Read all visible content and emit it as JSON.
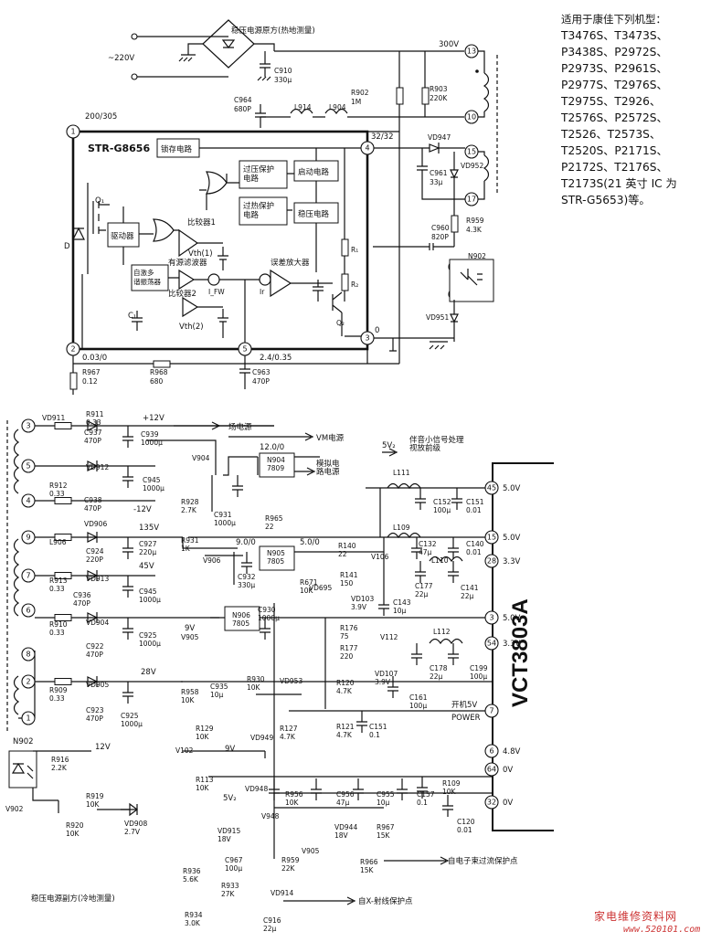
{
  "side_note": {
    "lines": [
      "适用于康佳下列机型：",
      "T3476S、T3473S、",
      "P3438S、P2972S、",
      "P2973S、P2961S、",
      "P2977S、T2976S、",
      "T2975S、T2926、",
      "T2576S、P2572S、",
      "T2526、T2573S、",
      "T2520S、P2171S、",
      "P2172S、T2176S、",
      "T2173S(21 英寸 IC 为",
      "STR-G5653)等。"
    ]
  },
  "primary": {
    "title": "稳压电源原方(热地测量)",
    "ac_in": "~220V",
    "ic_name": "STR-G8656",
    "blocks": {
      "latch": "锁存电路",
      "ovp": "过压保护\n电路",
      "start": "启动电路",
      "otp": "过热保护\n电路",
      "reg": "稳压电路",
      "drive": "驱动器",
      "filter": "自激多\n谐振荡器",
      "comp1": "比较器1",
      "comp2": "比较器2",
      "active_filter": "有源滤波器",
      "err_amp": "误差放大器",
      "vth1": "Vth(1)",
      "vth2": "Vth(2)"
    },
    "labels": {
      "q1": "Q₁",
      "d": "D",
      "c1": "C₁",
      "r1": "R₁",
      "r2": "R₂",
      "q2": "Q₂",
      "ifw": "I_FW",
      "ir": "Ir",
      "v300": "300V",
      "v200": "200/305",
      "v32": "32/32",
      "v0a": "0.03/0",
      "v24": "2.4/0.35",
      "v0": "0",
      "c910": "C910\n330μ",
      "c964": "C964\n680P",
      "l914": "L914",
      "l904": "L904",
      "r902": "R902\n1M",
      "r903": "R903\n220K",
      "vd947": "VD947",
      "c961": "C961\n33μ",
      "vd952": "VD952",
      "r959": "R959\n4.3K",
      "c960": "C960\n820P",
      "n902": "N902",
      "vd951": "VD951",
      "r967": "R967\n0.12",
      "r968": "R968\n680",
      "c963": "C963\n470P"
    },
    "pins": [
      "13",
      "10",
      "15",
      "17",
      "4",
      "1",
      "2",
      "5",
      "3"
    ]
  },
  "secondary": {
    "title": "稳压电源副方(冷地测量)",
    "rails": {
      "v12": "+12V",
      "field_psu": "场电源",
      "vm_psu": "VM电源",
      "v5": "5V₂",
      "audio_small": "伴音小信号处理\n视放前级",
      "analog_psu": "模拟电\n路电源",
      "v12b": "12.0/0",
      "v135": "135V",
      "v45": "45V",
      "v28": "28V",
      "vm12": "-12V",
      "v9": "9V",
      "v9b": "9V",
      "v12c": "12V",
      "v50": "5V₂",
      "v9005": "9.0/0",
      "v5005": "5.0/0",
      "power": "POWER",
      "on5v": "开机5V"
    },
    "components": [
      "VD911",
      "R911\n0.33",
      "C937\n470P",
      "C939\n1000μ",
      "VD912",
      "R912\n0.33",
      "C938\n470P",
      "C945\n1000μ",
      "VD906",
      "L906",
      "C924\n220P",
      "C927\n220μ",
      "R913\n0.33",
      "VD913",
      "C936\n470P",
      "C945\n1000μ",
      "R910\n0.33",
      "VD904",
      "C922\n470P",
      "C925\n1000μ",
      "R909\n0.33",
      "VD905",
      "C923\n470P",
      "C925\n1000μ",
      "V904",
      "N904\n7809",
      "R928\n2.7K",
      "C931\n1000μ",
      "R931\n1K",
      "V906",
      "N905\n7805",
      "C932\n330μ",
      "R965\n22",
      "R671\n10K",
      "VD695",
      "N906\n7805",
      "C930\n1000μ",
      "V905",
      "R958\n10K",
      "C935\n10μ",
      "R930\n10K",
      "VD953",
      "R129\n10K",
      "R127\n4.7K",
      "VD949",
      "V102",
      "R916\n2.2K",
      "R919\n10K",
      "R920\n10K",
      "VD908\n2.7V",
      "V902",
      "R113\n10K",
      "VD948",
      "R956\n10K",
      "C956\n47μ",
      "C955\n10μ",
      "C157\n0.1",
      "V948",
      "VD944\n18V",
      "R967\n15K",
      "R966\n15K",
      "VD915\n18V",
      "C967\n100μ",
      "R959\n22K",
      "V905",
      "R936\n5.6K",
      "R933\n27K",
      "VD914",
      "R934\n3.0K",
      "C916\n22μ",
      "L111",
      "C152\n100μ",
      "C151\n0.01",
      "L109",
      "C132\n47μ",
      "C140\n0.01",
      "R140\n22",
      "V106",
      "L110",
      "C177\n22μ",
      "C141\n22μ",
      "R141\n150",
      "VD103\n3.9V",
      "C143\n10μ",
      "R176\n75",
      "R177\n220",
      "V112",
      "L112",
      "C178\n22μ",
      "C199\n100μ",
      "R120\n4.7K",
      "VD107\n3.9V",
      "C161\n100μ",
      "R121\n4.7K",
      "C151\n0.1",
      "R109\n10K",
      "C120\n0.01"
    ],
    "notes": {
      "beam": "自电子束过流保护点",
      "xray": "自X-射线保护点"
    },
    "n902": "N902",
    "left_pins": [
      "3",
      "5",
      "4",
      "9",
      "7",
      "6",
      "8",
      "2",
      "1"
    ]
  },
  "vct": {
    "name": "VCT3803A",
    "pins": [
      {
        "num": "45",
        "v": "5.0V"
      },
      {
        "num": "15",
        "v": "5.0V"
      },
      {
        "num": "28",
        "v": "3.3V"
      },
      {
        "num": "3",
        "v": "5.0V"
      },
      {
        "num": "54",
        "v": "3.3V"
      },
      {
        "num": "7",
        "v": ""
      },
      {
        "num": "6",
        "v": "4.8V"
      },
      {
        "num": "64",
        "v": "0V"
      },
      {
        "num": "32",
        "v": "0V"
      }
    ]
  },
  "watermark": {
    "cn": "家电维修资料网",
    "url": "www.520101.com"
  }
}
